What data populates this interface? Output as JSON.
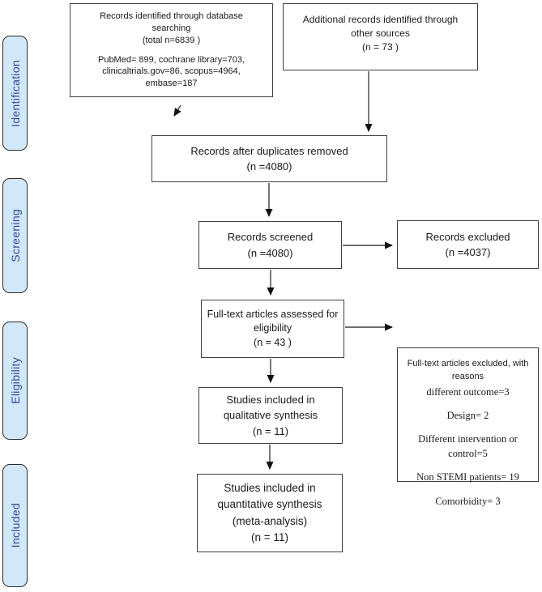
{
  "diagram": {
    "type": "prisma-flow",
    "colors": {
      "sidebar_fill": "#d2e7f8",
      "sidebar_border": "#2b2b2b",
      "sidebar_text": "#2d4f93",
      "box_border": "#3f3f3f",
      "box_fill": "#ffffff",
      "arrow": "#3f3f3f"
    },
    "sidebar": [
      {
        "label": "Identification"
      },
      {
        "label": "Screening"
      },
      {
        "label": "Eligibility"
      },
      {
        "label": "Included"
      }
    ],
    "boxes": {
      "identified": {
        "lines": [
          "Records identified through database",
          "searching",
          "(total n=6839 )"
        ],
        "sources": [
          "PubMed= 899, cochrane library=703,",
          "clinicaltrials.gov=86, scopus=4964,",
          "embase=187"
        ]
      },
      "other_sources": {
        "lines": [
          "Additional records identified through",
          "other sources",
          "(n = 73 )"
        ]
      },
      "duplicates_removed": {
        "lines": [
          "Records after duplicates removed",
          "(n =4080)"
        ]
      },
      "screened": {
        "lines": [
          "Records screened",
          "(n =4080)"
        ]
      },
      "excluded": {
        "lines": [
          "Records excluded",
          "(n =4037)"
        ]
      },
      "fulltext_assessed": {
        "lines": [
          "Full-text articles assessed for",
          "eligibility",
          "(n = 43 )"
        ]
      },
      "fulltext_excluded": {
        "header": [
          "Full-text articles excluded, with",
          "reasons"
        ],
        "reasons": [
          "different outcome=3",
          "Design= 2",
          "Different intervention or control=5",
          "Non STEMI patients= 19",
          "Comorbidity= 3"
        ]
      },
      "qualitative": {
        "lines": [
          "Studies included in",
          "qualitative synthesis",
          "(n = 11)"
        ]
      },
      "quantitative": {
        "lines": [
          "Studies included in",
          "quantitative synthesis",
          "(meta-analysis)",
          "(n = 11)"
        ]
      }
    }
  }
}
